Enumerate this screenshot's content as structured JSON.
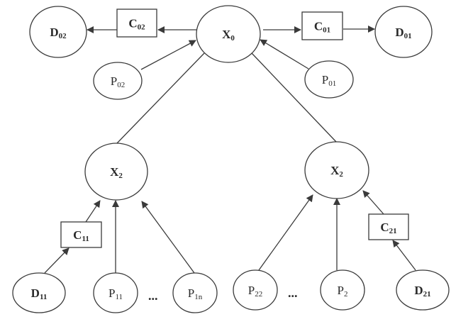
{
  "diagram": {
    "type": "hierarchical process graph",
    "nodes": [
      {
        "id": "X0",
        "shape": "ellipse",
        "letter": "X",
        "sub": "0",
        "bold": true
      },
      {
        "id": "C02",
        "shape": "box",
        "letter": "C",
        "sub": "02",
        "bold": true
      },
      {
        "id": "D02",
        "shape": "ellipse",
        "letter": "D",
        "sub": "02",
        "bold": true
      },
      {
        "id": "C01",
        "shape": "box",
        "letter": "C",
        "sub": "01",
        "bold": true
      },
      {
        "id": "D01",
        "shape": "ellipse",
        "letter": "D",
        "sub": "01",
        "bold": true
      },
      {
        "id": "P02",
        "shape": "ellipse",
        "letter": "P",
        "sub": "02",
        "bold": false
      },
      {
        "id": "P01",
        "shape": "ellipse",
        "letter": "P",
        "sub": "01",
        "bold": false
      },
      {
        "id": "X2L",
        "shape": "ellipse",
        "letter": "X",
        "sub": "2",
        "bold": true
      },
      {
        "id": "X2R",
        "shape": "ellipse",
        "letter": "X",
        "sub": "2",
        "bold": true
      },
      {
        "id": "C11",
        "shape": "box",
        "letter": "C",
        "sub": "11",
        "bold": true
      },
      {
        "id": "D11",
        "shape": "ellipse",
        "letter": "D",
        "sub": "11",
        "bold": true
      },
      {
        "id": "P11",
        "shape": "ellipse",
        "letter": "P",
        "sub": "11",
        "bold": false
      },
      {
        "id": "P1n",
        "shape": "ellipse",
        "letter": "P",
        "sub": "1n",
        "bold": false
      },
      {
        "id": "P22",
        "shape": "ellipse",
        "letter": "P",
        "sub": "22",
        "bold": false
      },
      {
        "id": "P2",
        "shape": "ellipse",
        "letter": "P",
        "sub": "2",
        "bold": false
      },
      {
        "id": "C21",
        "shape": "box",
        "letter": "C",
        "sub": "21",
        "bold": true
      },
      {
        "id": "D21",
        "shape": "ellipse",
        "letter": "D",
        "sub": "21",
        "bold": true
      }
    ],
    "edges": [
      {
        "from": "X0",
        "to": "C02",
        "arrow": true
      },
      {
        "from": "C02",
        "to": "D02",
        "arrow": true
      },
      {
        "from": "X0",
        "to": "C01",
        "arrow": true
      },
      {
        "from": "C01",
        "to": "D01",
        "arrow": true
      },
      {
        "from": "P02",
        "to": "X0",
        "arrow": true
      },
      {
        "from": "P01",
        "to": "X0",
        "arrow": true
      },
      {
        "from": "X2L",
        "to": "X0",
        "arrow": false
      },
      {
        "from": "X2R",
        "to": "X0",
        "arrow": false
      },
      {
        "from": "D11",
        "to": "C11",
        "arrow": true
      },
      {
        "from": "C11",
        "to": "X2L",
        "arrow": true
      },
      {
        "from": "P11",
        "to": "X2L",
        "arrow": true
      },
      {
        "from": "P1n",
        "to": "X2L",
        "arrow": true
      },
      {
        "from": "P22",
        "to": "X2R",
        "arrow": true
      },
      {
        "from": "P2",
        "to": "X2R",
        "arrow": true
      },
      {
        "from": "D21",
        "to": "C21",
        "arrow": true
      },
      {
        "from": "C21",
        "to": "X2R",
        "arrow": true
      }
    ],
    "ellipsis": [
      "...",
      "..."
    ]
  }
}
